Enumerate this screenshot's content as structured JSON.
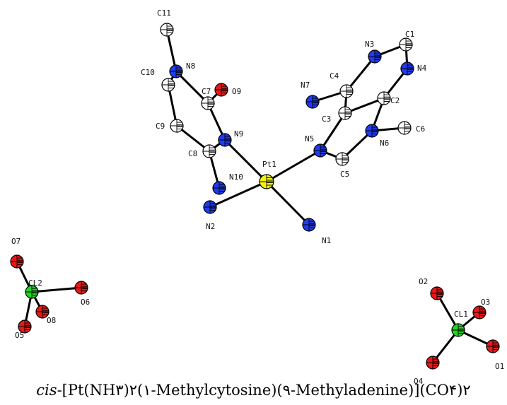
{
  "caption": {
    "prefix": "cis",
    "formula": "-[Pt(NH۳)۲(۱-Methylcytosine)(۹-Methyladenine)](CO۴)۲"
  },
  "colors": {
    "Pt": "#f2f20a",
    "N": "#1f3cf0",
    "C": "#ffffff",
    "O": "#e81818",
    "Cl": "#22d422",
    "bond": "#000000"
  },
  "atoms": [
    {
      "id": "Pt1",
      "label": "Pt1",
      "element": "Pt"
    },
    {
      "id": "N1",
      "label": "N1",
      "element": "N"
    },
    {
      "id": "N2",
      "label": "N2",
      "element": "N"
    },
    {
      "id": "N3",
      "label": "N3",
      "element": "N"
    },
    {
      "id": "N4",
      "label": "N4",
      "element": "N"
    },
    {
      "id": "N5",
      "label": "N5",
      "element": "N"
    },
    {
      "id": "N6",
      "label": "N6",
      "element": "N"
    },
    {
      "id": "N7",
      "label": "N7",
      "element": "N"
    },
    {
      "id": "N8",
      "label": "N8",
      "element": "N"
    },
    {
      "id": "N9",
      "label": "N9",
      "element": "N"
    },
    {
      "id": "N10",
      "label": "N10",
      "element": "N"
    },
    {
      "id": "C1",
      "label": "C1",
      "element": "C"
    },
    {
      "id": "C2",
      "label": "C2",
      "element": "C"
    },
    {
      "id": "C3",
      "label": "C3",
      "element": "C"
    },
    {
      "id": "C4",
      "label": "C4",
      "element": "C"
    },
    {
      "id": "C5",
      "label": "C5",
      "element": "C"
    },
    {
      "id": "C6",
      "label": "C6",
      "element": "C"
    },
    {
      "id": "C7",
      "label": "C7",
      "element": "C"
    },
    {
      "id": "C8",
      "label": "C8",
      "element": "C"
    },
    {
      "id": "C9",
      "label": "C9",
      "element": "C"
    },
    {
      "id": "C10",
      "label": "C10",
      "element": "C"
    },
    {
      "id": "C11",
      "label": "C11",
      "element": "C"
    },
    {
      "id": "O9",
      "label": "O9",
      "element": "O"
    },
    {
      "id": "CL2",
      "label": "CL2",
      "element": "Cl"
    },
    {
      "id": "O5",
      "label": "O5",
      "element": "O"
    },
    {
      "id": "O6",
      "label": "O6",
      "element": "O"
    },
    {
      "id": "O7",
      "label": "O7",
      "element": "O"
    },
    {
      "id": "O8",
      "label": "O8",
      "element": "O"
    },
    {
      "id": "CL1",
      "label": "CL1",
      "element": "Cl"
    },
    {
      "id": "O1",
      "label": "O1",
      "element": "O"
    },
    {
      "id": "O2",
      "label": "O2",
      "element": "O"
    },
    {
      "id": "O3",
      "label": "O3",
      "element": "O"
    },
    {
      "id": "O4",
      "label": "O4",
      "element": "O"
    }
  ],
  "bonds": [
    [
      "Pt1",
      "N1"
    ],
    [
      "Pt1",
      "N2"
    ],
    [
      "Pt1",
      "N5"
    ],
    [
      "Pt1",
      "N9"
    ],
    [
      "N3",
      "C1"
    ],
    [
      "C1",
      "N4"
    ],
    [
      "N4",
      "C2"
    ],
    [
      "C2",
      "C3"
    ],
    [
      "C3",
      "C4"
    ],
    [
      "C4",
      "N3"
    ],
    [
      "C4",
      "N7"
    ],
    [
      "C3",
      "N5"
    ],
    [
      "N5",
      "C5"
    ],
    [
      "C5",
      "N6"
    ],
    [
      "N6",
      "C2"
    ],
    [
      "N6",
      "C6"
    ],
    [
      "N9",
      "C7"
    ],
    [
      "C7",
      "O9"
    ],
    [
      "C7",
      "N8"
    ],
    [
      "N8",
      "C10"
    ],
    [
      "C10",
      "C9"
    ],
    [
      "C9",
      "C8"
    ],
    [
      "C8",
      "N9"
    ],
    [
      "C8",
      "N10"
    ],
    [
      "N8",
      "C11"
    ],
    [
      "CL2",
      "O5"
    ],
    [
      "CL2",
      "O6"
    ],
    [
      "CL2",
      "O7"
    ],
    [
      "CL2",
      "O8"
    ],
    [
      "CL1",
      "O1"
    ],
    [
      "CL1",
      "O2"
    ],
    [
      "CL1",
      "O3"
    ],
    [
      "CL1",
      "O4"
    ]
  ]
}
